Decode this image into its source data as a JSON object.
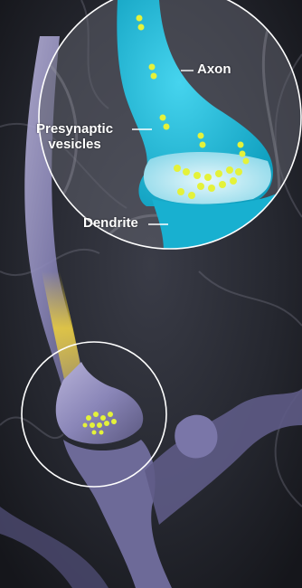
{
  "labels": {
    "axon": "Axon",
    "presynaptic_line1": "Presynaptic",
    "presynaptic_line2": "vesicles",
    "dendrite": "Dendrite"
  },
  "colors": {
    "background": "#1a1c24",
    "axon_fill": "#1ab8d6",
    "vesicle": "#e4f23a",
    "neuron_body": "#8a86b8",
    "glow": "#f0d23a",
    "circle_outline": "#ffffff"
  }
}
